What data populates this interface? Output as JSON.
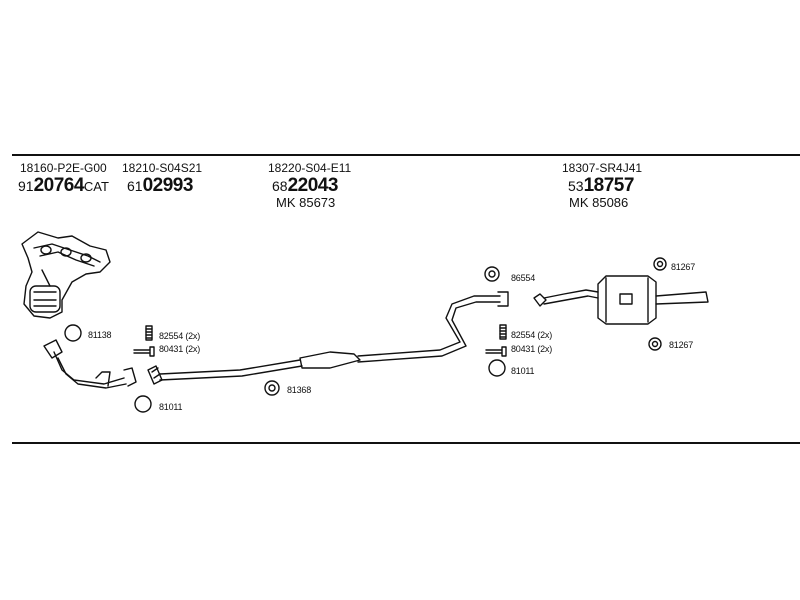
{
  "headers": [
    {
      "code": "18160-P2E-G00",
      "pre": "91",
      "big": "20764",
      "suf": "CAT"
    },
    {
      "code": "18210-S04S21",
      "pre": "61",
      "big": "02993",
      "suf": ""
    },
    {
      "code": "18220-S04-E11",
      "pre": "68",
      "big": "22043",
      "suf": "",
      "mk": "MK 85673"
    },
    {
      "code": "18307-SR4J41",
      "pre": "53",
      "big": "18757",
      "suf": "",
      "mk": "MK 85086"
    }
  ],
  "callouts": {
    "c81138": "81138",
    "c82554a": "82554 (2x)",
    "c80431a": "80431 (2x)",
    "c81011a": "81011",
    "c81368": "81368",
    "c86554": "86554",
    "c82554b": "82554 (2x)",
    "c80431b": "80431 (2x)",
    "c81011b": "81011",
    "c81267a": "81267",
    "c81267b": "81267"
  }
}
